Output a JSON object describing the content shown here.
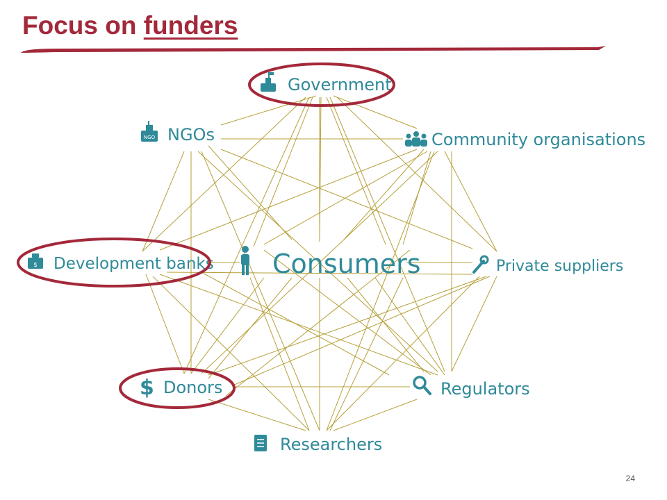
{
  "title": {
    "prefix": "Focus on",
    "emphasis": "funders"
  },
  "colors": {
    "title": "#a3293a",
    "label": "#2f8a99",
    "line": "#b5a03a",
    "highlight": "#a3293a"
  },
  "nodes": {
    "government": {
      "label": "Government",
      "icon": "government-building-icon",
      "highlighted": true
    },
    "ngos": {
      "label": "NGOs",
      "icon": "ngo-building-icon",
      "highlighted": false
    },
    "community": {
      "label": "Community organisations",
      "icon": "people-group-icon",
      "highlighted": false
    },
    "development_banks": {
      "label": "Development banks",
      "icon": "bank-icon",
      "highlighted": true
    },
    "consumers": {
      "label": "Consumers",
      "icon": "person-icon",
      "highlighted": false
    },
    "private_suppliers": {
      "label": "Private suppliers",
      "icon": "wrench-icon",
      "highlighted": false
    },
    "donors": {
      "label": "Donors",
      "icon": "dollar-icon",
      "highlighted": true
    },
    "regulators": {
      "label": "Regulators",
      "icon": "magnifier-icon",
      "highlighted": false
    },
    "researchers": {
      "label": "Researchers",
      "icon": "document-icon",
      "highlighted": false
    }
  },
  "page_number": "24"
}
